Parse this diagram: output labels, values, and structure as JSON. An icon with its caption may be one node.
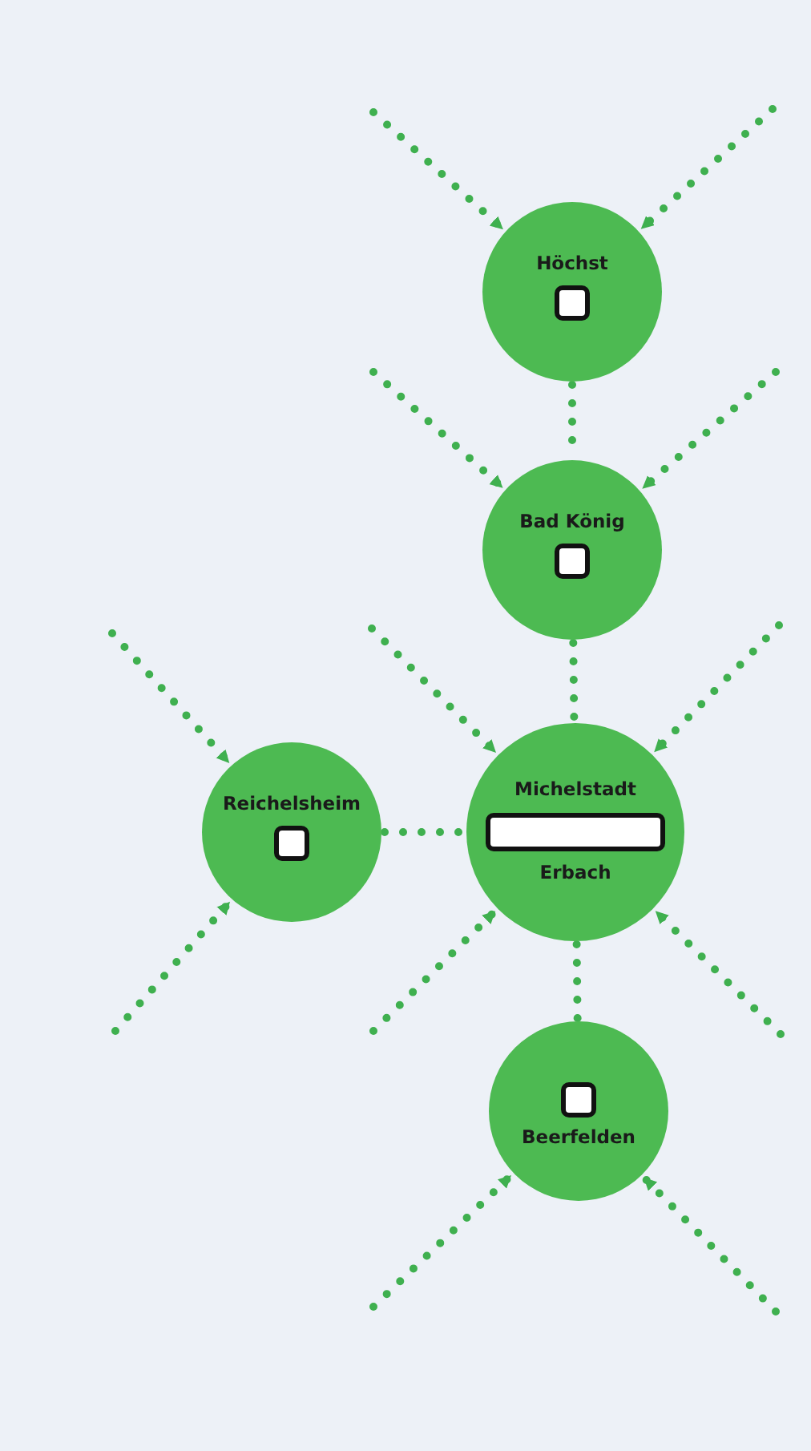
{
  "diagram": {
    "nodes": [
      {
        "text": [
          "Höchst"
        ]
      },
      {
        "text": [
          "Bad König"
        ]
      },
      {
        "text": [
          "Reichelsheim"
        ]
      },
      {
        "text": [
          "Michelstadt",
          "Erbach"
        ]
      },
      {
        "text": [
          "Beerfelden"
        ]
      }
    ],
    "edges": [
      {
        "from": 0,
        "to": 1,
        "arrow": "none",
        "style": "dashed"
      },
      {
        "from": 1,
        "to": 3,
        "arrow": "none",
        "style": "dashed"
      },
      {
        "from": 2,
        "to": 3,
        "arrow": "none",
        "style": "dashed"
      },
      {
        "from": 3,
        "to": 4,
        "arrow": "none",
        "style": "dashed"
      },
      {
        "from": null,
        "to": 0,
        "arrow": "to",
        "style": "dashed"
      },
      {
        "from": null,
        "to": 0,
        "arrow": "to",
        "style": "dashed"
      },
      {
        "from": null,
        "to": 1,
        "arrow": "to",
        "style": "dashed"
      },
      {
        "from": null,
        "to": 1,
        "arrow": "to",
        "style": "dashed"
      },
      {
        "from": null,
        "to": 2,
        "arrow": "to",
        "style": "dashed"
      },
      {
        "from": null,
        "to": 2,
        "arrow": "to",
        "style": "dashed"
      },
      {
        "from": null,
        "to": 3,
        "arrow": "to",
        "style": "dashed"
      },
      {
        "from": null,
        "to": 3,
        "arrow": "to",
        "style": "dashed"
      },
      {
        "from": null,
        "to": 3,
        "arrow": "to",
        "style": "dashed"
      },
      {
        "from": null,
        "to": 3,
        "arrow": "to",
        "style": "dashed"
      },
      {
        "from": null,
        "to": 4,
        "arrow": "to",
        "style": "dashed"
      },
      {
        "from": null,
        "to": 4,
        "arrow": "to",
        "style": "dashed"
      }
    ]
  }
}
